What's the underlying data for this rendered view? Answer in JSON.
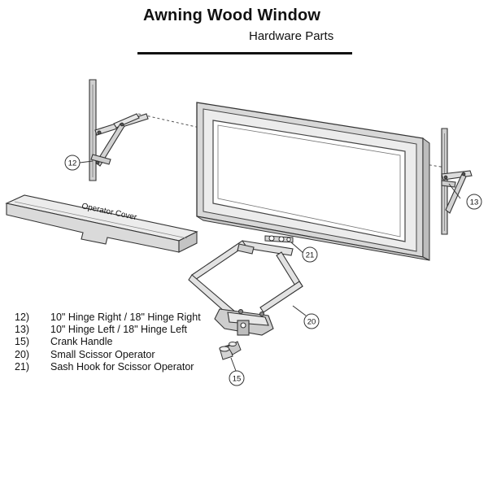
{
  "header": {
    "title": "Awning Wood Window",
    "subtitle": "Hardware Parts"
  },
  "labels": {
    "operator_cover": "Operator Cover"
  },
  "callouts": {
    "c12": "12",
    "c13": "13",
    "c15": "15",
    "c20": "20",
    "c21": "21"
  },
  "legend": [
    {
      "num": "12)",
      "text": "10\" Hinge Right / 18\" Hinge Right"
    },
    {
      "num": "13)",
      "text": "10\" Hinge Left / 18\" Hinge Left"
    },
    {
      "num": "15)",
      "text": "Crank Handle"
    },
    {
      "num": "20)",
      "text": "Small Scissor Operator"
    },
    {
      "num": "21)",
      "text": "Sash Hook for Scissor Operator"
    }
  ]
}
